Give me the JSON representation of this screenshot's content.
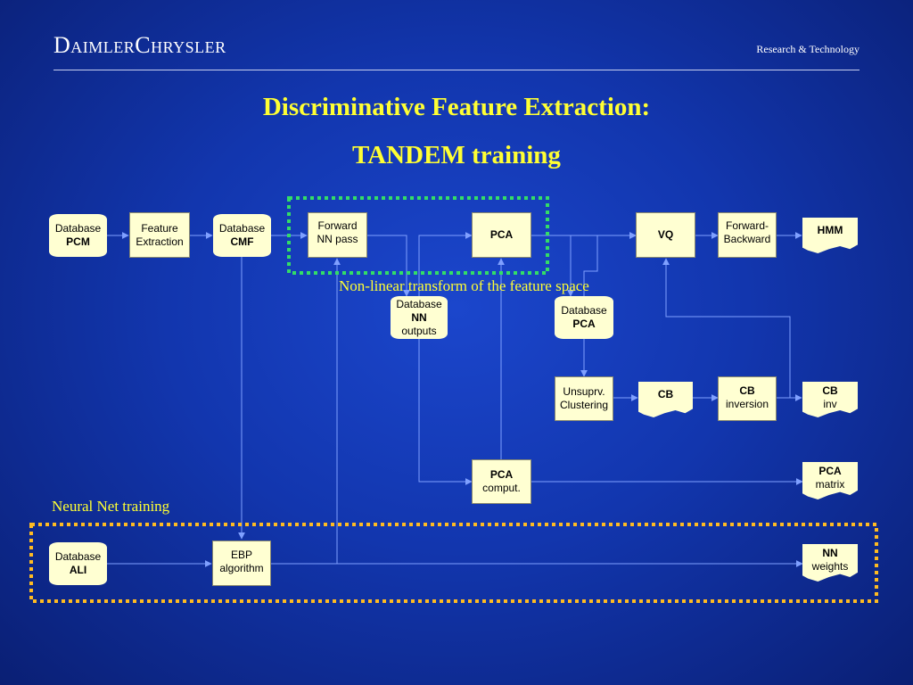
{
  "header": {
    "logo": "DaimlerChrysler",
    "org": "Research & Technology"
  },
  "title": {
    "line1": "Discriminative Feature Extraction:",
    "line2": "TANDEM training"
  },
  "captions": {
    "nonlinear": "Non-linear transform of the feature space",
    "nn_training": "Neural Net training"
  },
  "nodes": {
    "db_pcm": {
      "l1": "Database",
      "l2": "PCM"
    },
    "feature_extraction": {
      "l1": "Feature",
      "l2": "Extraction"
    },
    "db_cmf": {
      "l1": "Database",
      "l2": "CMF"
    },
    "forward_nn": {
      "l1": "Forward",
      "l2": "NN pass"
    },
    "pca": {
      "l1": "PCA"
    },
    "vq": {
      "l1": "VQ"
    },
    "forward_backward": {
      "l1": "Forward-",
      "l2": "Backward"
    },
    "hmm": {
      "l1": "HMM"
    },
    "db_nn": {
      "l1": "Database",
      "l2": "NN",
      "l3": "outputs"
    },
    "db_pca": {
      "l1": "Database",
      "l2": "PCA"
    },
    "clustering": {
      "l1": "Unsuprv.",
      "l2": "Clustering"
    },
    "cb": {
      "l1": "CB"
    },
    "cb_inversion": {
      "l1": "CB",
      "l2": "inversion"
    },
    "cb_inv": {
      "l1": "CB",
      "l2": "inv"
    },
    "pca_comput": {
      "l1": "PCA",
      "l2": "comput."
    },
    "pca_matrix": {
      "l1": "PCA",
      "l2": "matrix"
    },
    "db_ali": {
      "l1": "Database",
      "l2": "ALI"
    },
    "ebp": {
      "l1": "EBP",
      "l2": "algorithm"
    },
    "nn_weights": {
      "l1": "NN",
      "l2": "weights"
    }
  },
  "colors": {
    "title": "#ffff33",
    "node_fill": "#ffffd2",
    "connector": "#7fa0ff",
    "dotted_green": "#33dd66",
    "dotted_orange": "#ffbb22"
  }
}
